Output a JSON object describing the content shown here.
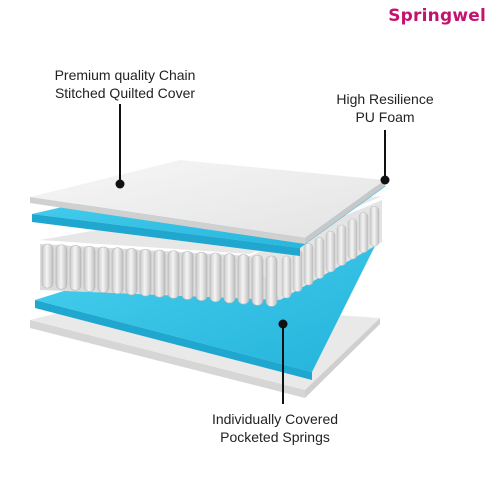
{
  "brand": {
    "name": "Springwel",
    "color": "#c4136f"
  },
  "callouts": {
    "cover": {
      "line1": "Premium quality Chain",
      "line2": "Stitched Quilted Cover"
    },
    "foam": {
      "line1": "High Resilience",
      "line2": "PU Foam"
    },
    "springs": {
      "line1": "Individually Covered",
      "line2": "Pocketed Springs"
    }
  },
  "colors": {
    "foam": "#35c4e6",
    "cover": "#f2f2f2",
    "spring": "#e6e6e6",
    "line": "#111111"
  },
  "layers": [
    "cover",
    "foam",
    "springs",
    "foam",
    "base"
  ]
}
